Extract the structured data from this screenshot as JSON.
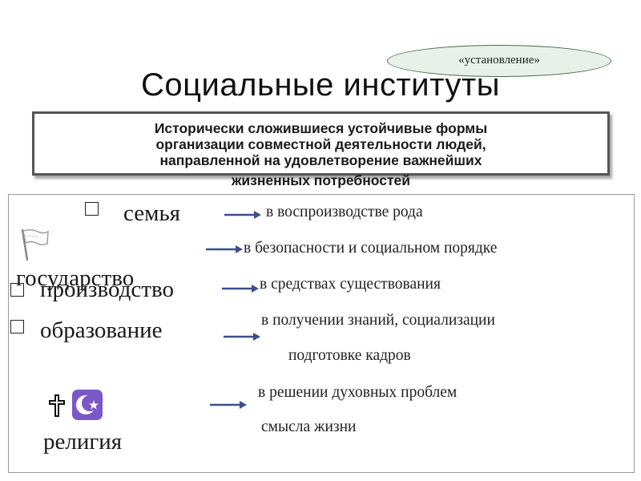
{
  "bubble": {
    "text": "«установление»"
  },
  "title": "Социальные институты",
  "definition": {
    "lines": [
      "Исторически сложившиеся устойчивые формы",
      "организации совместной деятельности людей,",
      "направленной на удовлетворение важнейших",
      "жизненных потребностей"
    ]
  },
  "institutions": {
    "family": "семья",
    "state": "государство",
    "production": "производство",
    "education": "образование",
    "religion": "религия"
  },
  "needs": {
    "family": "в воспроизводстве рода",
    "state": "в безопасности и социальном порядке",
    "production": "в средствах существования",
    "education_1": "в получении знаний, социализации",
    "education_2": "подготовке кадров",
    "religion_1": "в решении духовных проблем",
    "religion_2": "смысла жизни"
  },
  "icons": {
    "checkbox": "empty-square",
    "flag": "white-flag",
    "cross": "orthodox-cross",
    "crescent": "star-and-crescent",
    "arrow": "right-arrow",
    "arrow_color": "#3b4f8a"
  }
}
